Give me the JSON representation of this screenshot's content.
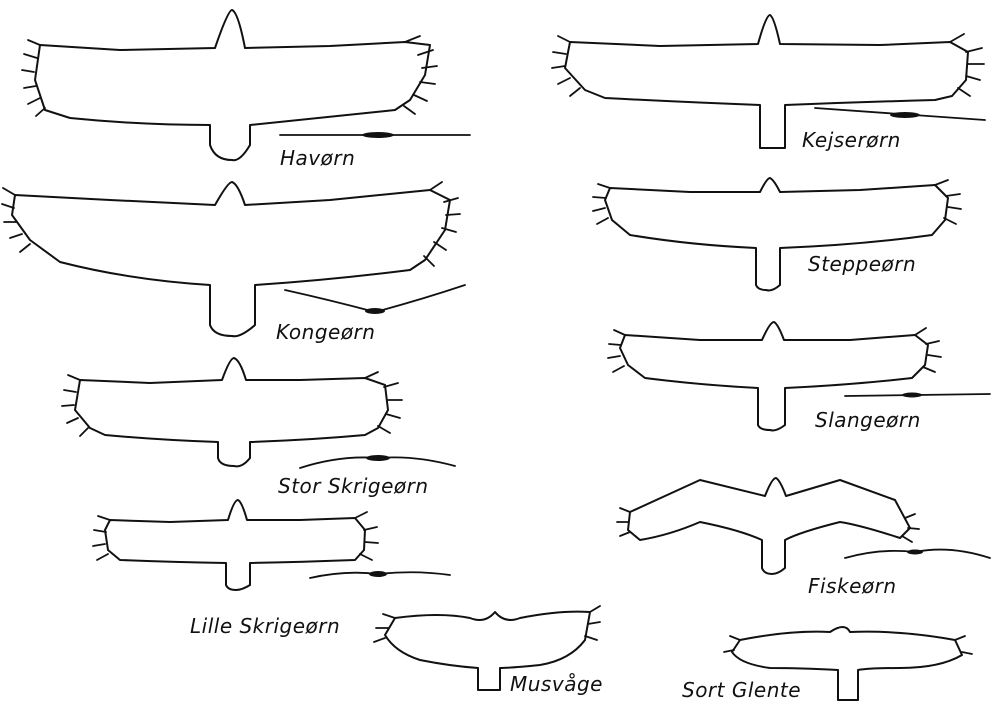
{
  "species": [
    {
      "id": "havorn",
      "label": "Havørn"
    },
    {
      "id": "kongeorn",
      "label": "Kongeørn"
    },
    {
      "id": "stor-skrigeorn",
      "label": "Stor Skrigeørn"
    },
    {
      "id": "lille-skrigeorn",
      "label": "Lille Skrigeørn"
    },
    {
      "id": "musvage",
      "label": "Musvåge"
    },
    {
      "id": "kejserorn",
      "label": "Kejserørn"
    },
    {
      "id": "steppeorn",
      "label": "Steppeørn"
    },
    {
      "id": "slangeorn",
      "label": "Slangeørn"
    },
    {
      "id": "fiskeorn",
      "label": "Fiskeørn"
    },
    {
      "id": "sort-glente",
      "label": "Sort Glente"
    }
  ]
}
